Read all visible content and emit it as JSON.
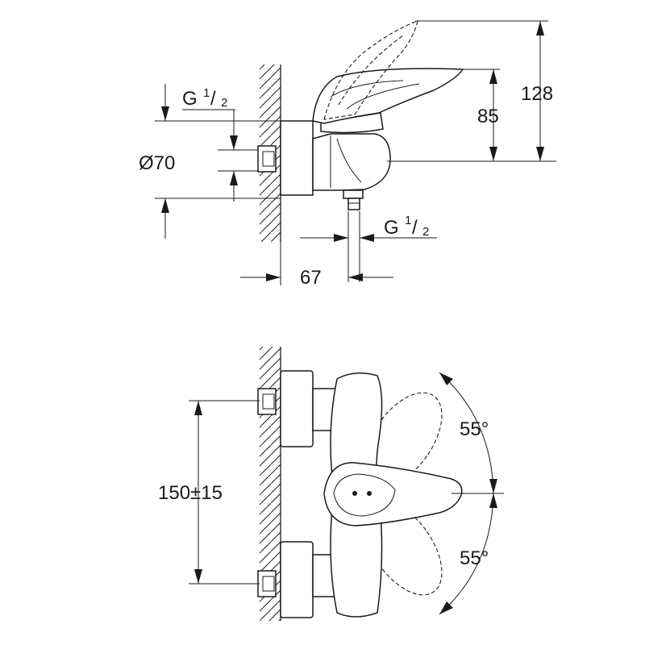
{
  "side_view": {
    "thread_top": {
      "letter": "G",
      "numerator": "1",
      "denominator": "2"
    },
    "diameter": "Ø70",
    "height_total": "128",
    "height_lever": "85",
    "thread_bottom": {
      "letter": "G",
      "numerator": "1",
      "denominator": "2"
    },
    "depth": "67"
  },
  "front_view": {
    "centre_distance": "150±15",
    "angle_up": "55°",
    "angle_down": "55°"
  }
}
